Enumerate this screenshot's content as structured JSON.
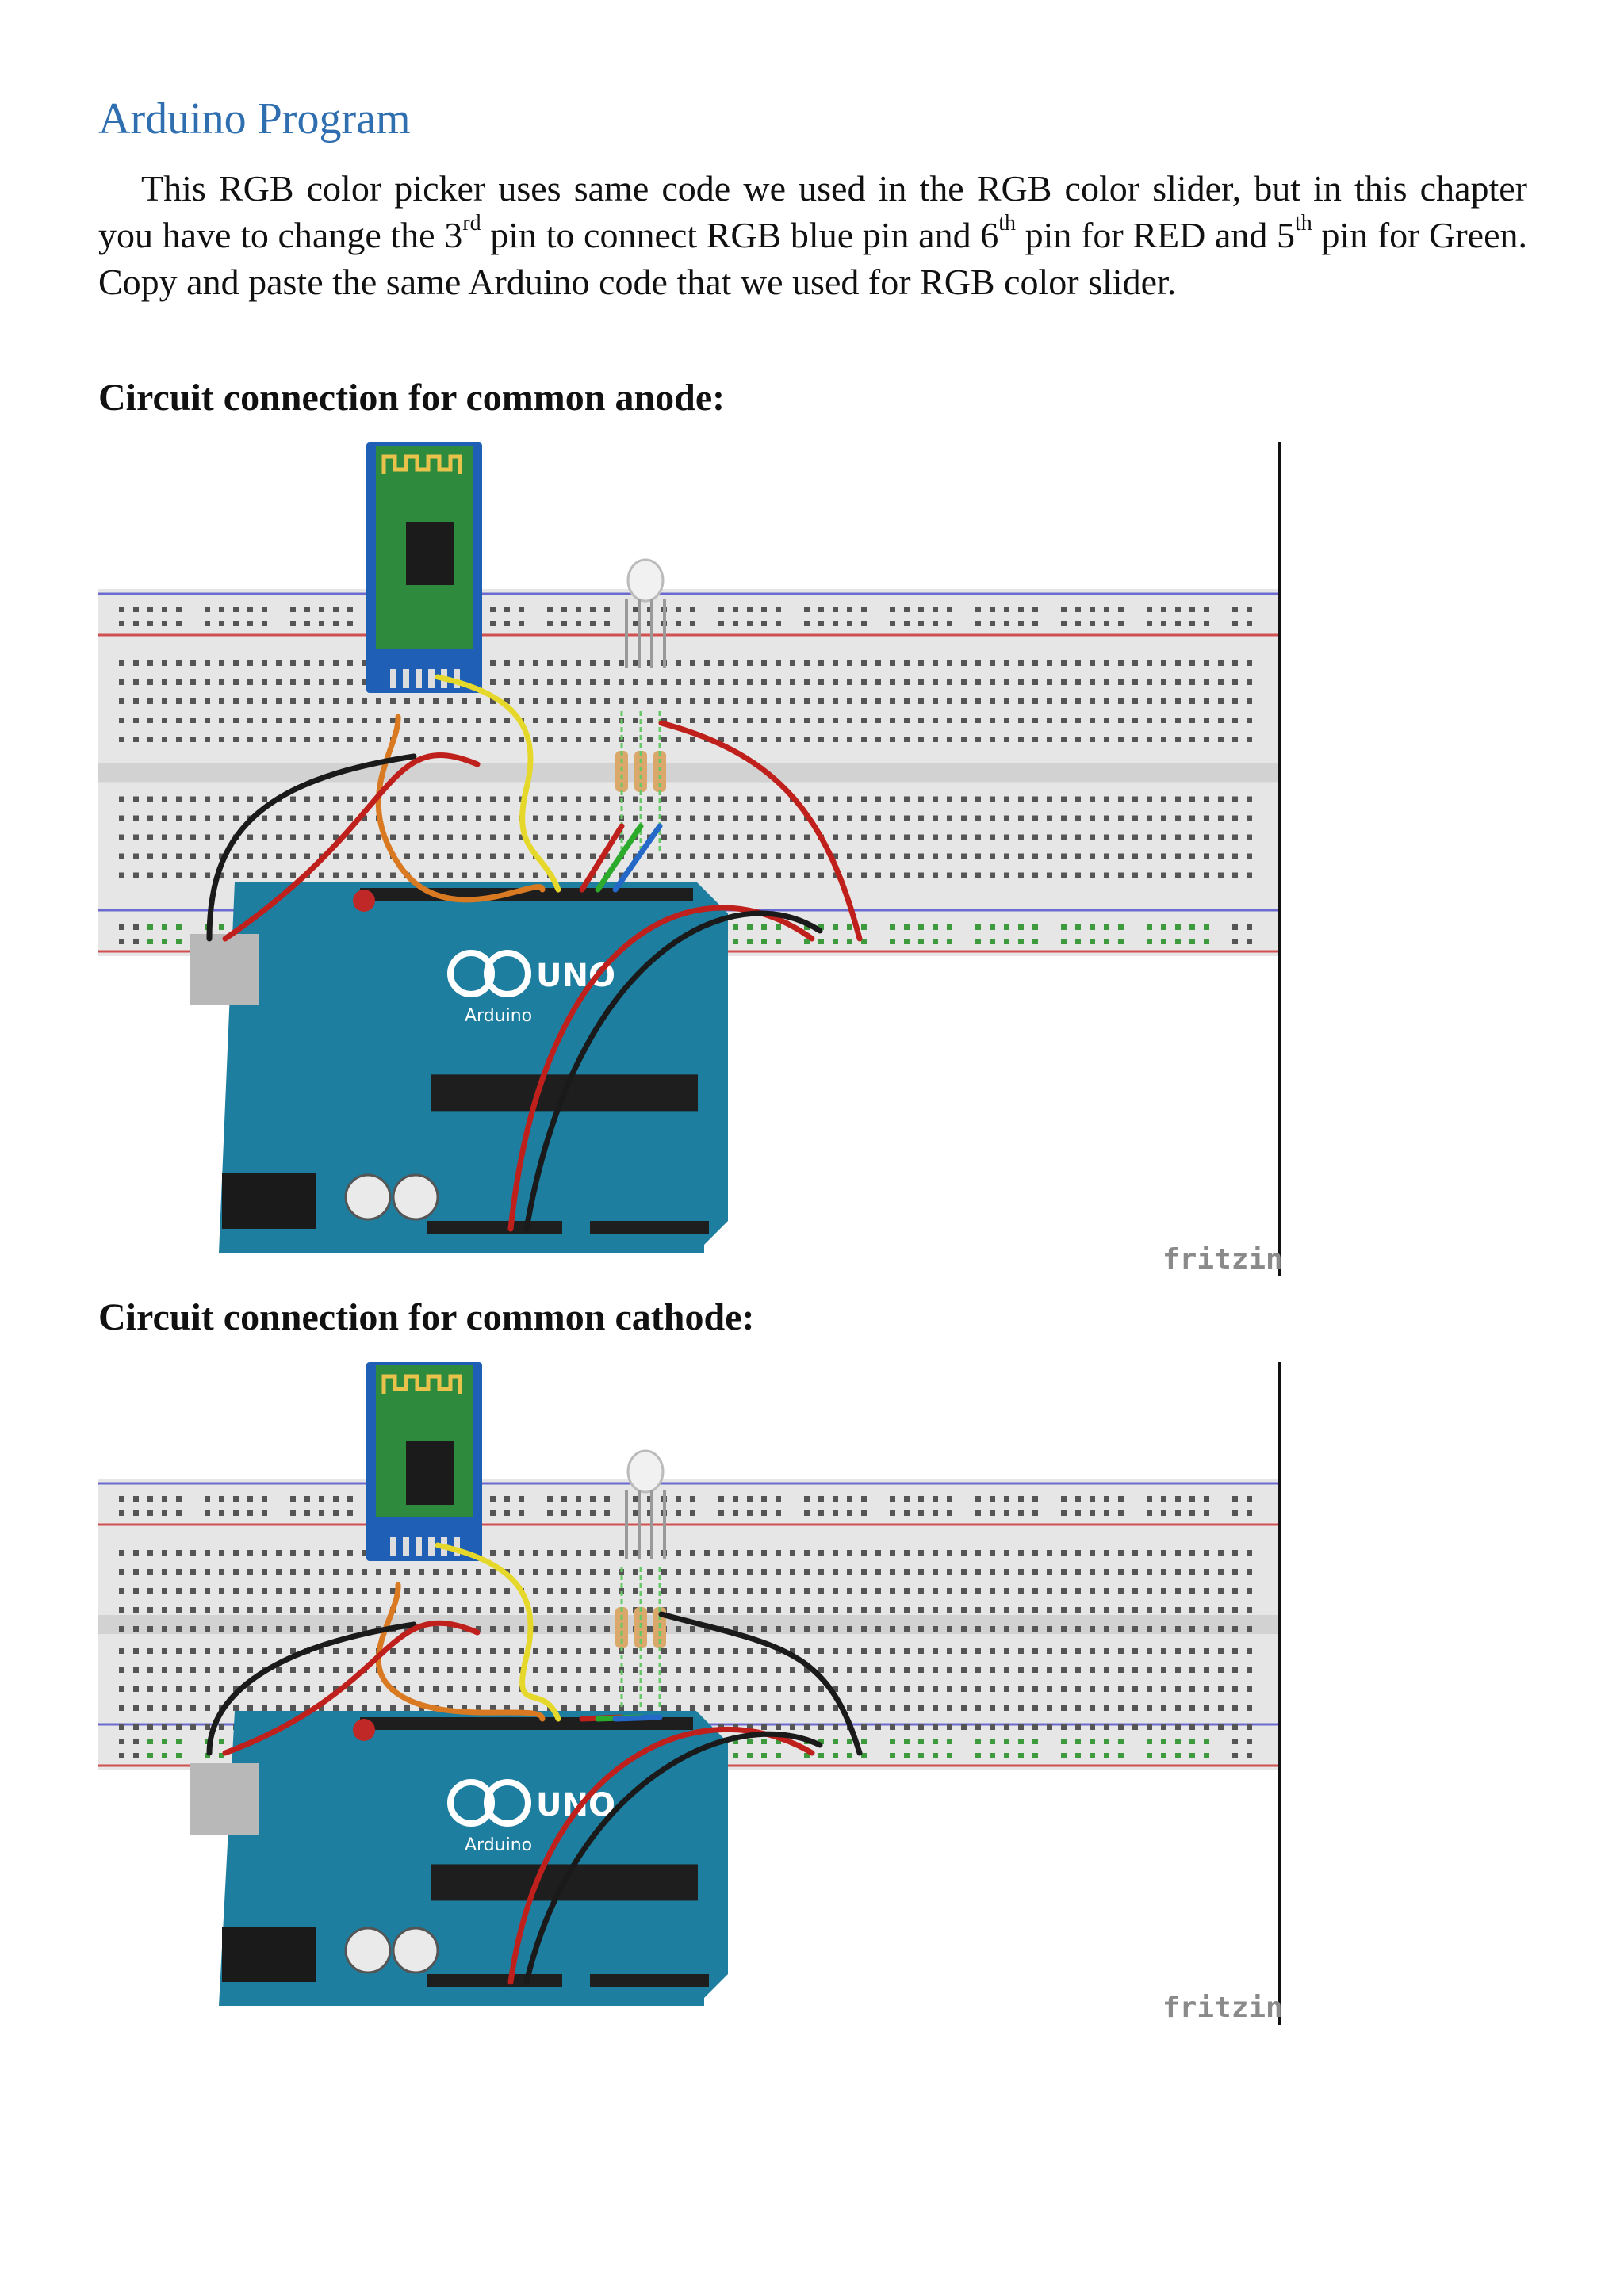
{
  "heading": "Arduino Program",
  "paragraph": {
    "t1": "This RGB color picker uses same code we used in the RGB color slider, but in this chapter you have to change the 3",
    "s1": "rd",
    "t2": " pin to connect RGB blue pin and 6",
    "s2": "th",
    "t3": " pin for RED and 5",
    "s3": "th",
    "t4": " pin for Green. Copy and paste the same Arduino code that we used for RGB color slider."
  },
  "figures": [
    {
      "caption": "Circuit connection for common anode:",
      "watermark": "fritzing",
      "board_label": "UNO",
      "board_brand": "Arduino",
      "led_wire_color": "#c0201c"
    },
    {
      "caption": "Circuit connection for common cathode:",
      "watermark": "fritzing",
      "board_label": "UNO",
      "board_brand": "Arduino",
      "led_wire_color": "#1a1a1a"
    }
  ],
  "colors": {
    "heading": "#2f6fb0",
    "board": "#1d7ea0",
    "module": "#1f5fb5",
    "breadboard": "#e6e6e6"
  }
}
